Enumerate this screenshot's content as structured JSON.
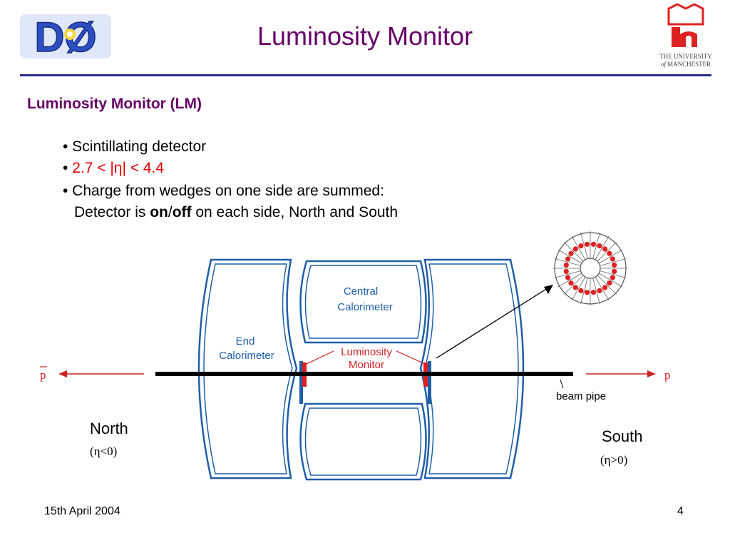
{
  "slide": {
    "title": "Luminosity Monitor",
    "section_heading": "Luminosity Monitor (LM)",
    "bullets": {
      "b1": "• Scintillating detector",
      "b2_prefix": "• ",
      "b2_red": "2.7 < |η| < 4.4",
      "b3": "• Charge from wedges on one side are summed:",
      "b4_pre": "Detector is ",
      "b4_on": "on",
      "b4_slash": "/",
      "b4_off": "off",
      "b4_post": " on each side, North and South"
    },
    "logos": {
      "left_logo_text": "DØ",
      "university_line1": "THE UNIVERSITY",
      "university_line2_italic": "of",
      "university_line2": "MANCHESTER"
    },
    "footer": {
      "date": "15th April 2004",
      "page": "4"
    }
  },
  "diagram": {
    "labels": {
      "central": [
        "Central",
        "Calorimeter"
      ],
      "end": [
        "End",
        "Calorimeter"
      ],
      "lm": [
        "Luminosity",
        "Monitor"
      ],
      "beam_pipe": "beam pipe",
      "pbar": "p",
      "p": "p",
      "north": "North",
      "north_eta": "(η<0)",
      "south": "South",
      "south_eta": "(η>0)"
    },
    "colors": {
      "detector_outline": "#1f5fa8",
      "lm_red": "#e02020",
      "arrow_red": "#d02020",
      "beam": "#000000"
    }
  }
}
